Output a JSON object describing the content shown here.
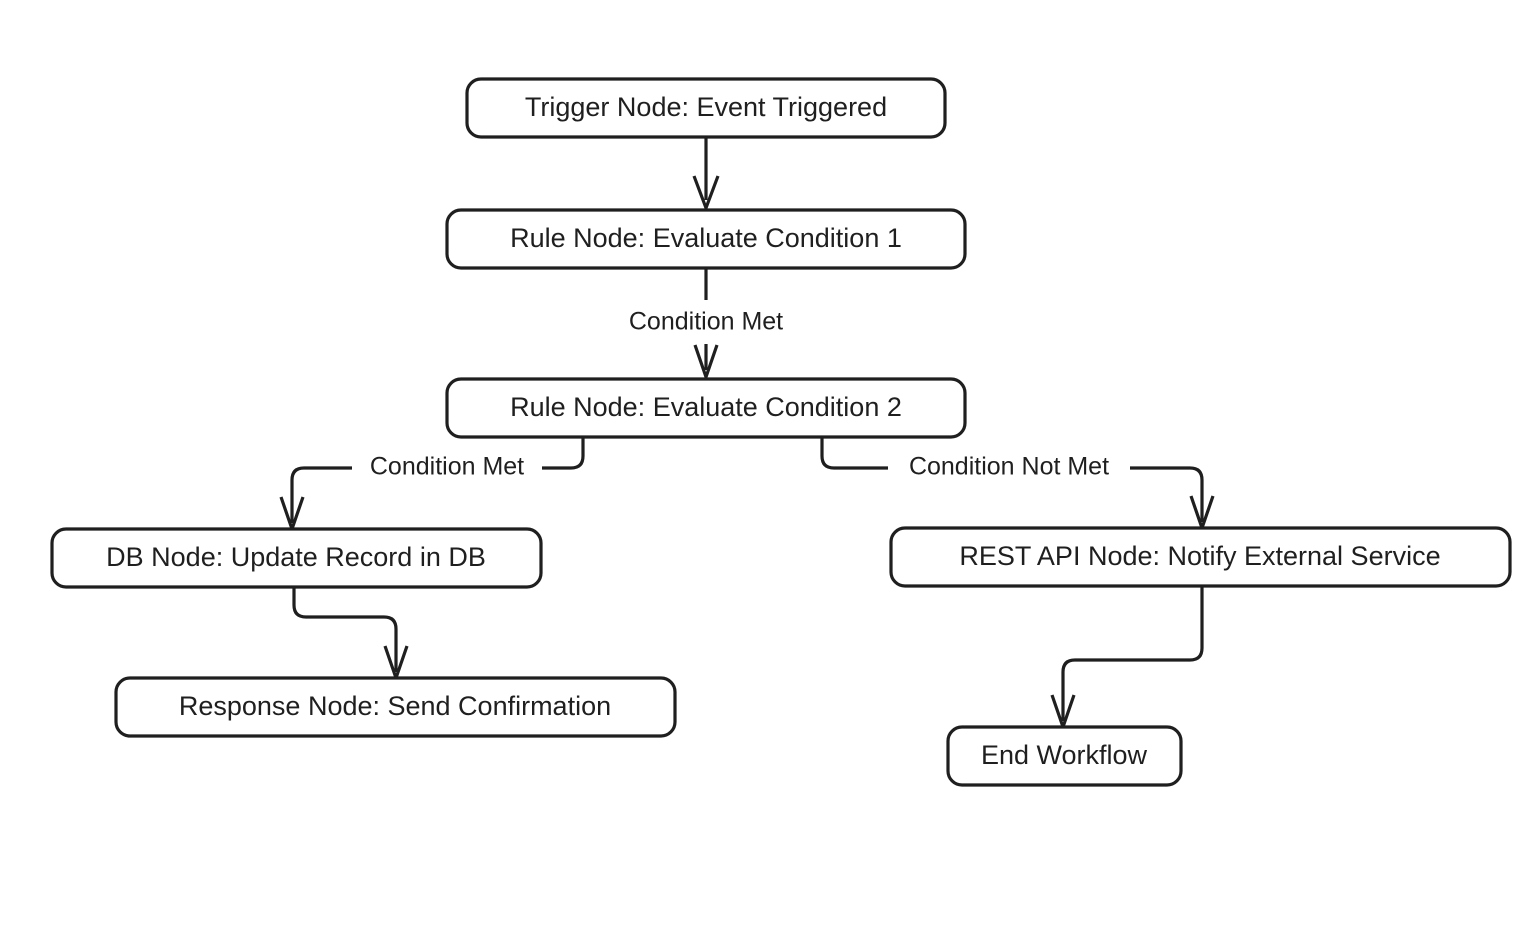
{
  "diagram": {
    "type": "flowchart",
    "direction": "top-down",
    "background_color": "#ffffff",
    "stroke_color": "#1f1f1f",
    "text_color": "#1f1f1f",
    "node_fill": "#ffffff",
    "nodes": [
      {
        "id": "trigger",
        "label": "Trigger Node: Event Triggered"
      },
      {
        "id": "rule1",
        "label": "Rule Node: Evaluate Condition 1"
      },
      {
        "id": "rule2",
        "label": "Rule Node: Evaluate Condition 2"
      },
      {
        "id": "db",
        "label": "DB Node: Update Record in DB"
      },
      {
        "id": "rest",
        "label": "REST API Node: Notify External Service"
      },
      {
        "id": "response",
        "label": "Response Node: Send Confirmation"
      },
      {
        "id": "end",
        "label": "End Workflow"
      }
    ],
    "edges": [
      {
        "id": "e1",
        "from": "trigger",
        "to": "rule1",
        "label": ""
      },
      {
        "id": "e2",
        "from": "rule1",
        "to": "rule2",
        "label": "Condition Met"
      },
      {
        "id": "e3",
        "from": "rule2",
        "to": "db",
        "label": "Condition Met"
      },
      {
        "id": "e4",
        "from": "rule2",
        "to": "rest",
        "label": "Condition Not Met"
      },
      {
        "id": "e5",
        "from": "db",
        "to": "response",
        "label": ""
      },
      {
        "id": "e6",
        "from": "rest",
        "to": "end",
        "label": ""
      }
    ]
  }
}
